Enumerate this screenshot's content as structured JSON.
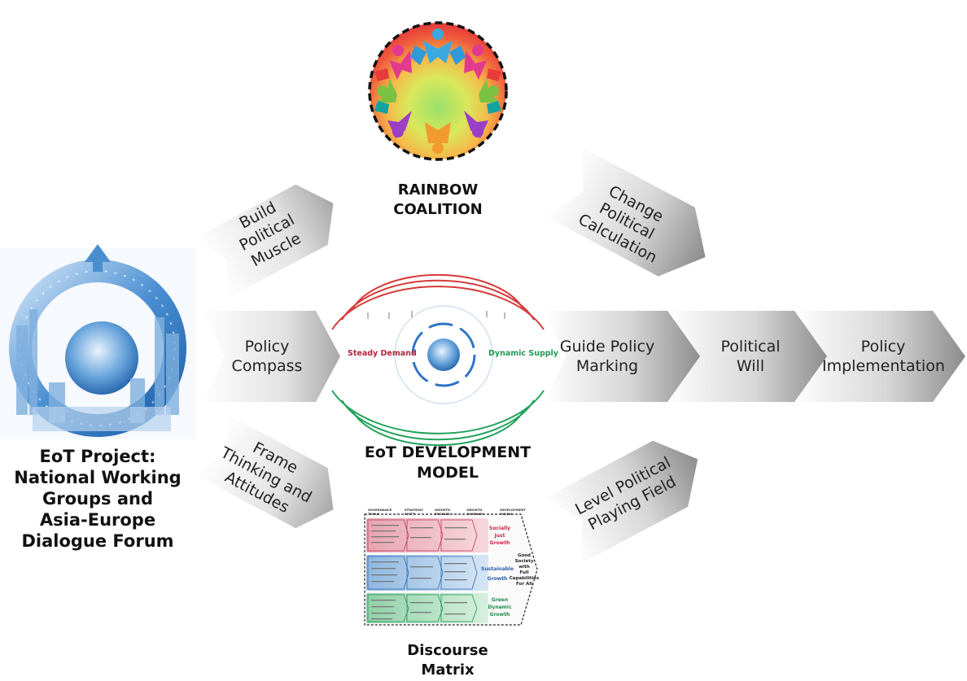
{
  "left_block": {
    "title_lines": [
      "EoT Project:",
      "National Working",
      "Groups and",
      "Asia-Europe",
      "Dialogue Forum"
    ]
  },
  "rainbow": {
    "title_lines": [
      "RAINBOW",
      "COALITION"
    ]
  },
  "model": {
    "title_lines": [
      "EoT DEVELOPMENT",
      "MODEL"
    ],
    "steady_demand": "Steady Demand",
    "dynamic_supply": "Dynamic Supply"
  },
  "matrix": {
    "title_lines": [
      "Discourse",
      "Matrix"
    ],
    "header": [
      "GOVERNANCE TOOLS",
      "STRATEGIC SHIFT",
      "GROWTH ENGINES",
      "GROWTH COMPASS",
      "DEVELOPMENT VISION"
    ],
    "rows": [
      {
        "label_lines": [
          "Socially",
          "Just",
          "Growth"
        ],
        "color": "#f2b6c0"
      },
      {
        "label_lines": [
          "Sustainable",
          "Growth"
        ],
        "color": "#a9c8e8"
      },
      {
        "label_lines": [
          "Green",
          "Dynamic",
          "Growth"
        ],
        "color": "#a8dcb8"
      }
    ],
    "goal_lines": [
      "Good",
      "Society",
      "with",
      "Full",
      "Capabilities",
      "For All"
    ]
  },
  "chevrons": {
    "build": [
      "Build",
      "Political",
      "Muscle"
    ],
    "compass": [
      "Policy",
      "Compass"
    ],
    "frame": [
      "Frame",
      "Thinking and",
      "Attitudes"
    ],
    "change": [
      "Change",
      "Political",
      "Calculation"
    ],
    "guide": [
      "Guide Policy",
      "Marking"
    ],
    "will": [
      "Political",
      "Will"
    ],
    "implementation": [
      "Policy",
      "Implementation"
    ],
    "level": [
      "Level Political",
      "Playing Field"
    ]
  }
}
